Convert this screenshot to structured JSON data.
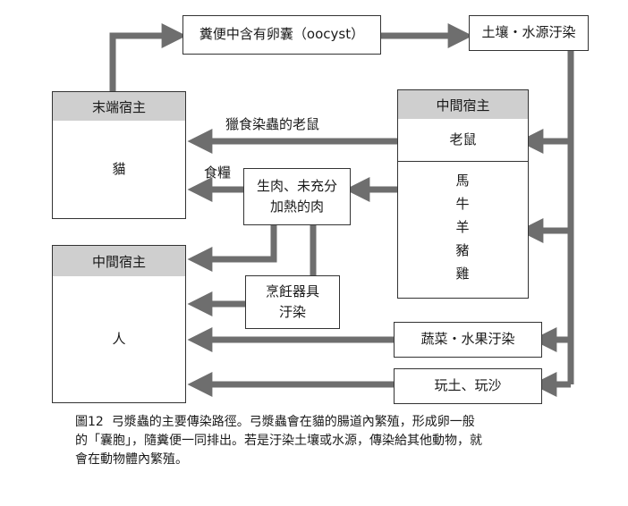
{
  "diagram": {
    "oocyst_box": "糞便中含有卵囊（oocyst）",
    "soil_water_box": "土壤・水源汙染",
    "definitive_host": {
      "header": "末端宿主",
      "animal": "貓"
    },
    "intermediate_host_animals": {
      "header": "中間宿主",
      "rat": "老鼠",
      "animals": [
        "馬",
        "牛",
        "羊",
        "豬",
        "雞"
      ]
    },
    "intermediate_host_human": {
      "header": "中間宿主",
      "person": "人"
    },
    "arrow_rat_to_cat": "獵食染蟲的老鼠",
    "arrow_meat_to_cat": "食糧",
    "meat_box": [
      "生肉、未充分",
      "加熱的肉"
    ],
    "utensils_box": [
      "烹飪器具",
      "汙染"
    ],
    "vegetables_box": "蔬菜・水果汙染",
    "soil_play_box": "玩土、玩沙"
  },
  "caption": {
    "figure_number": "圖12",
    "lines": [
      "弓漿蟲的主要傳染路徑。弓漿蟲會在貓的腸道內繁殖，形成卵一般",
      "的「囊胞」，隨糞便一同排出。若是汙染土壤或水源，傳染給其他動物，就",
      "會在動物體內繁殖。"
    ]
  },
  "colors": {
    "arrow": "#6e6e6e",
    "header_fill": "#cfcfcf",
    "border": "#333333"
  }
}
